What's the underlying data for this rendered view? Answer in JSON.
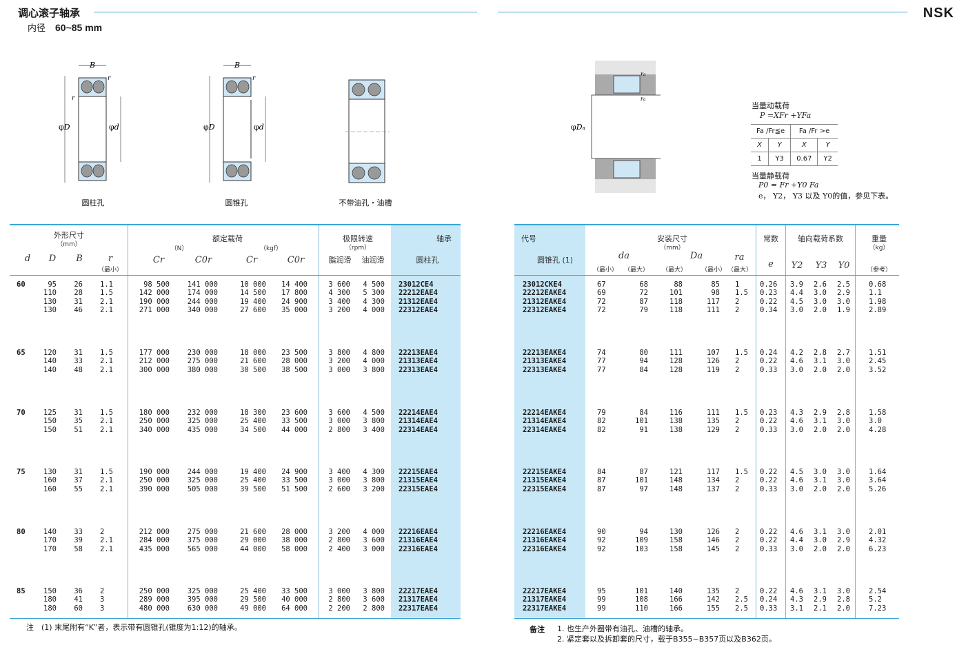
{
  "header": {
    "title": "调心滚子轴承",
    "bore_label": "内径",
    "bore_range": "60~85 mm",
    "brand": "NSK"
  },
  "figures": {
    "cyl": "圆柱孔",
    "taper": "圆锥孔",
    "no_oil": "不带油孔・油槽"
  },
  "load_formula": {
    "dyn_title": "当量动载荷",
    "dyn_eq": "P =XFr +YFa",
    "col1": "Fa /Fr≦e",
    "col2": "Fa /Fr >e",
    "x1": "X",
    "y1": "Y",
    "x2": "X",
    "y2": "Y",
    "v_x1": "1",
    "v_y1": "Y3",
    "v_x2": "0.67",
    "v_y2": "Y2",
    "static_title": "当量静载荷",
    "static_eq": "P0 = Fr +Y0 Fa",
    "static_note": "e， Y2， Y3 以及 Y0的值，参见下表。"
  },
  "left_table": {
    "headers": {
      "dims": "外形尺寸",
      "dims_unit": "（mm）",
      "rated": "额定载荷",
      "rated_n": "（N）",
      "rated_kgf": "（kgf）",
      "speed": "极限转速",
      "speed_unit": "（rpm）",
      "bearing": "轴承",
      "cyl_bore": "圆柱孔",
      "d": "d",
      "D": "D",
      "B": "B",
      "r": "r",
      "r_min": "（最小）",
      "cr1": "Cr",
      "c0r1": "C0r",
      "cr2": "Cr",
      "c0r2": "C0r",
      "grease": "脂润滑",
      "oil": "油润滑"
    },
    "groups": [
      {
        "d": "60",
        "rows": [
          [
            "95",
            "26",
            "1.1",
            "98 500",
            "141 000",
            "10 000",
            "14 400",
            "3 600",
            "4 500",
            "23012CE4"
          ],
          [
            "110",
            "28",
            "1.5",
            "142 000",
            "174 000",
            "14 500",
            "17 800",
            "4 300",
            "5 300",
            "22212EAE4"
          ],
          [
            "130",
            "31",
            "2.1",
            "190 000",
            "244 000",
            "19 400",
            "24 900",
            "3 400",
            "4 300",
            "21312EAE4"
          ],
          [
            "130",
            "46",
            "2.1",
            "271 000",
            "340 000",
            "27 600",
            "35 000",
            "3 200",
            "4 000",
            "22312EAE4"
          ]
        ]
      },
      {
        "d": "65",
        "rows": [
          [
            "120",
            "31",
            "1.5",
            "177 000",
            "230 000",
            "18 000",
            "23 500",
            "3 800",
            "4 800",
            "22213EAE4"
          ],
          [
            "140",
            "33",
            "2.1",
            "212 000",
            "275 000",
            "21 600",
            "28 000",
            "3 200",
            "4 000",
            "21313EAE4"
          ],
          [
            "140",
            "48",
            "2.1",
            "300 000",
            "380 000",
            "30 500",
            "38 500",
            "3 000",
            "3 800",
            "22313EAE4"
          ]
        ]
      },
      {
        "d": "70",
        "rows": [
          [
            "125",
            "31",
            "1.5",
            "180 000",
            "232 000",
            "18 300",
            "23 600",
            "3 600",
            "4 500",
            "22214EAE4"
          ],
          [
            "150",
            "35",
            "2.1",
            "250 000",
            "325 000",
            "25 400",
            "33 500",
            "3 000",
            "3 800",
            "21314EAE4"
          ],
          [
            "150",
            "51",
            "2.1",
            "340 000",
            "435 000",
            "34 500",
            "44 000",
            "2 800",
            "3 400",
            "22314EAE4"
          ]
        ]
      },
      {
        "d": "75",
        "rows": [
          [
            "130",
            "31",
            "1.5",
            "190 000",
            "244 000",
            "19 400",
            "24 900",
            "3 400",
            "4 300",
            "22215EAE4"
          ],
          [
            "160",
            "37",
            "2.1",
            "250 000",
            "325 000",
            "25 400",
            "33 500",
            "3 000",
            "3 800",
            "21315EAE4"
          ],
          [
            "160",
            "55",
            "2.1",
            "390 000",
            "505 000",
            "39 500",
            "51 500",
            "2 600",
            "3 200",
            "22315EAE4"
          ]
        ]
      },
      {
        "d": "80",
        "rows": [
          [
            "140",
            "33",
            "2",
            "212 000",
            "275 000",
            "21 600",
            "28 000",
            "3 200",
            "4 000",
            "22216EAE4"
          ],
          [
            "170",
            "39",
            "2.1",
            "284 000",
            "375 000",
            "29 000",
            "38 000",
            "2 800",
            "3 600",
            "21316EAE4"
          ],
          [
            "170",
            "58",
            "2.1",
            "435 000",
            "565 000",
            "44 000",
            "58 000",
            "2 400",
            "3 000",
            "22316EAE4"
          ]
        ]
      },
      {
        "d": "85",
        "rows": [
          [
            "150",
            "36",
            "2",
            "250 000",
            "325 000",
            "25 400",
            "33 500",
            "3 000",
            "3 800",
            "22217EAE4"
          ],
          [
            "180",
            "41",
            "3",
            "289 000",
            "395 000",
            "29 500",
            "40 000",
            "2 800",
            "3 600",
            "21317EAE4"
          ],
          [
            "180",
            "60",
            "3",
            "480 000",
            "630 000",
            "49 000",
            "64 000",
            "2 200",
            "2 800",
            "22317EAE4"
          ]
        ]
      }
    ],
    "note": "注　(1) 末尾附有“K”者，表示带有圆锥孔(锥度为1:12)的轴承。"
  },
  "right_table": {
    "headers": {
      "code": "代号",
      "taper_bore": "圆锥孔 (1)",
      "mount": "安装尺寸",
      "mount_unit": "（mm）",
      "da": "da",
      "Da": "Da",
      "ra": "ra",
      "min": "（最小）",
      "max": "（最大）",
      "const": "常数",
      "e": "e",
      "axial": "轴向载荷系数",
      "Y2": "Y2",
      "Y3": "Y3",
      "Y0": "Y0",
      "weight": "重量",
      "weight_unit": "（kg）",
      "ref": "（参考）"
    },
    "groups": [
      {
        "rows": [
          [
            "23012CKE4",
            "67",
            "68",
            "88",
            "85",
            "1",
            "0.26",
            "3.9",
            "2.6",
            "2.5",
            "0.68"
          ],
          [
            "22212EAKE4",
            "69",
            "72",
            "101",
            "98",
            "1.5",
            "0.23",
            "4.4",
            "3.0",
            "2.9",
            "1.1"
          ],
          [
            "21312EAKE4",
            "72",
            "87",
            "118",
            "117",
            "2",
            "0.22",
            "4.5",
            "3.0",
            "3.0",
            "1.98"
          ],
          [
            "22312EAKE4",
            "72",
            "79",
            "118",
            "111",
            "2",
            "0.34",
            "3.0",
            "2.0",
            "1.9",
            "2.89"
          ]
        ]
      },
      {
        "rows": [
          [
            "22213EAKE4",
            "74",
            "80",
            "111",
            "107",
            "1.5",
            "0.24",
            "4.2",
            "2.8",
            "2.7",
            "1.51"
          ],
          [
            "21313EAKE4",
            "77",
            "94",
            "128",
            "126",
            "2",
            "0.22",
            "4.6",
            "3.1",
            "3.0",
            "2.45"
          ],
          [
            "22313EAKE4",
            "77",
            "84",
            "128",
            "119",
            "2",
            "0.33",
            "3.0",
            "2.0",
            "2.0",
            "3.52"
          ]
        ]
      },
      {
        "rows": [
          [
            "22214EAKE4",
            "79",
            "84",
            "116",
            "111",
            "1.5",
            "0.23",
            "4.3",
            "2.9",
            "2.8",
            "1.58"
          ],
          [
            "21314EAKE4",
            "82",
            "101",
            "138",
            "135",
            "2",
            "0.22",
            "4.6",
            "3.1",
            "3.0",
            "3.0"
          ],
          [
            "22314EAKE4",
            "82",
            "91",
            "138",
            "129",
            "2",
            "0.33",
            "3.0",
            "2.0",
            "2.0",
            "4.28"
          ]
        ]
      },
      {
        "rows": [
          [
            "22215EAKE4",
            "84",
            "87",
            "121",
            "117",
            "1.5",
            "0.22",
            "4.5",
            "3.0",
            "3.0",
            "1.64"
          ],
          [
            "21315EAKE4",
            "87",
            "101",
            "148",
            "134",
            "2",
            "0.22",
            "4.6",
            "3.1",
            "3.0",
            "3.64"
          ],
          [
            "22315EAKE4",
            "87",
            "97",
            "148",
            "137",
            "2",
            "0.33",
            "3.0",
            "2.0",
            "2.0",
            "5.26"
          ]
        ]
      },
      {
        "rows": [
          [
            "22216EAKE4",
            "90",
            "94",
            "130",
            "126",
            "2",
            "0.22",
            "4.6",
            "3.1",
            "3.0",
            "2.01"
          ],
          [
            "21316EAKE4",
            "92",
            "109",
            "158",
            "146",
            "2",
            "0.22",
            "4.4",
            "3.0",
            "2.9",
            "4.32"
          ],
          [
            "22316EAKE4",
            "92",
            "103",
            "158",
            "145",
            "2",
            "0.33",
            "3.0",
            "2.0",
            "2.0",
            "6.23"
          ]
        ]
      },
      {
        "rows": [
          [
            "22217EAKE4",
            "95",
            "101",
            "140",
            "135",
            "2",
            "0.22",
            "4.6",
            "3.1",
            "3.0",
            "2.54"
          ],
          [
            "21317EAKE4",
            "99",
            "108",
            "166",
            "142",
            "2.5",
            "0.24",
            "4.3",
            "2.9",
            "2.8",
            "5.2"
          ],
          [
            "22317EAKE4",
            "99",
            "110",
            "166",
            "155",
            "2.5",
            "0.33",
            "3.1",
            "2.1",
            "2.0",
            "7.23"
          ]
        ]
      }
    ],
    "remarks_label": "备注",
    "remark1": "1. 也生产外圈带有油孔、油槽的轴承。",
    "remark2": "2. 紧定套以及拆卸套的尺寸，载于B355~B357页以及B362页。"
  },
  "colors": {
    "accent": "#3aa6d6",
    "highlight": "#c9e8f7"
  }
}
